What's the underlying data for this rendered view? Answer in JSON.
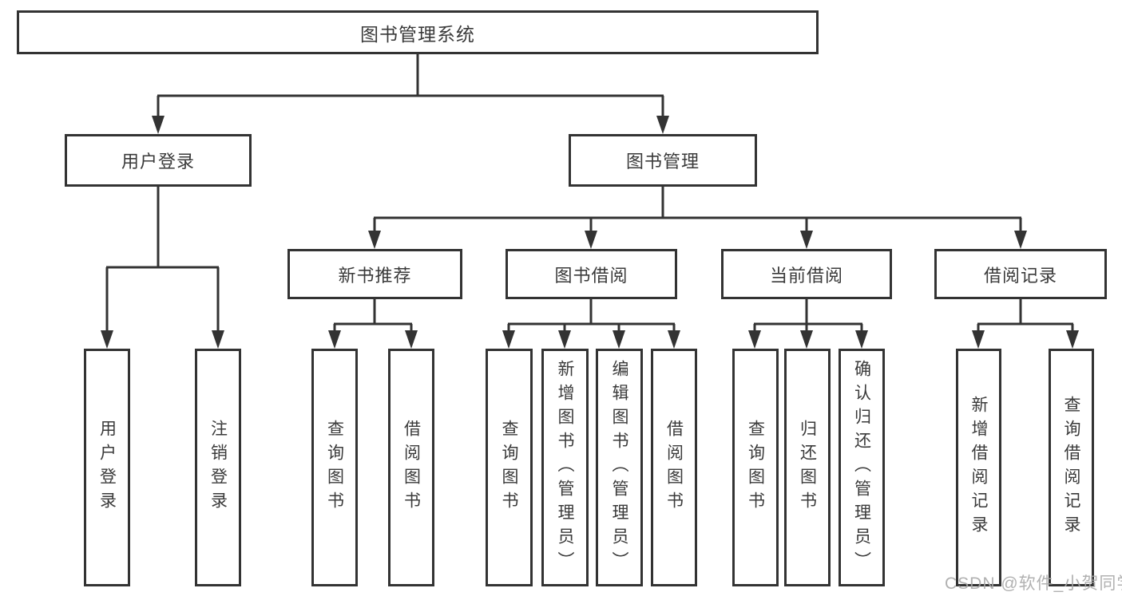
{
  "diagram": {
    "root": {
      "label": "图书管理系统"
    },
    "children": [
      {
        "label": "用户登录",
        "children": [
          {
            "label": "用户登录"
          },
          {
            "label": "注销登录"
          }
        ]
      },
      {
        "label": "图书管理",
        "children": [
          {
            "label": "新书推荐",
            "children": [
              {
                "label": "查询图书"
              },
              {
                "label": "借阅图书"
              }
            ]
          },
          {
            "label": "图书借阅",
            "children": [
              {
                "label": "查询图书"
              },
              {
                "label": "新增图书（管理员）"
              },
              {
                "label": "编辑图书（管理员）"
              },
              {
                "label": "借阅图书"
              }
            ]
          },
          {
            "label": "当前借阅",
            "children": [
              {
                "label": "查询图书"
              },
              {
                "label": "归还图书"
              },
              {
                "label": "确认归还（管理员）"
              }
            ]
          },
          {
            "label": "借阅记录",
            "children": [
              {
                "label": "新增借阅记录"
              },
              {
                "label": "查询借阅记录"
              }
            ]
          }
        ]
      }
    ]
  },
  "watermark": {
    "text": "CSDN @软件_小贺同学"
  },
  "colors": {
    "line": "#333333",
    "box_border": "#333333",
    "text": "#3a3a3a",
    "watermark": "#a8a8a8",
    "background": "#ffffff"
  }
}
